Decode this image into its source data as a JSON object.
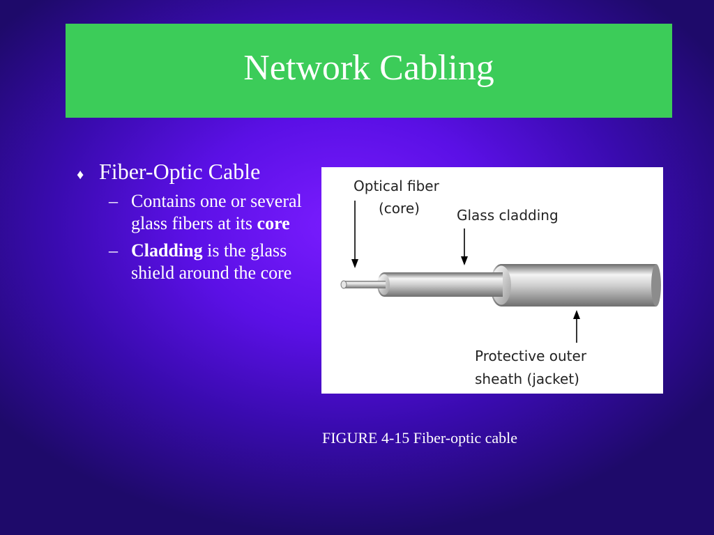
{
  "slide": {
    "title": "Network Cabling"
  },
  "bullets": {
    "level1": "Fiber-Optic Cable",
    "sub1": {
      "prefix": "Contains one or several glass fibers at its ",
      "bold": "core"
    },
    "sub2": {
      "bold": "Cladding",
      "suffix": " is the glass shield around the core"
    },
    "marker_icon": "diamond-bullet-icon",
    "sub_marker": "–"
  },
  "figure": {
    "labels": {
      "optical_fiber": "Optical fiber",
      "core": "(core)",
      "glass_cladding": "Glass cladding",
      "outer_sheath_1": "Protective outer",
      "outer_sheath_2": "sheath (jacket)"
    },
    "caption": "FIGURE 4-15 Fiber-optic cable"
  },
  "colors": {
    "title_bar": "#3ccc59",
    "background_center": "#7a1cff",
    "background_edge": "#1e0a6a",
    "text": "#ffffff"
  }
}
